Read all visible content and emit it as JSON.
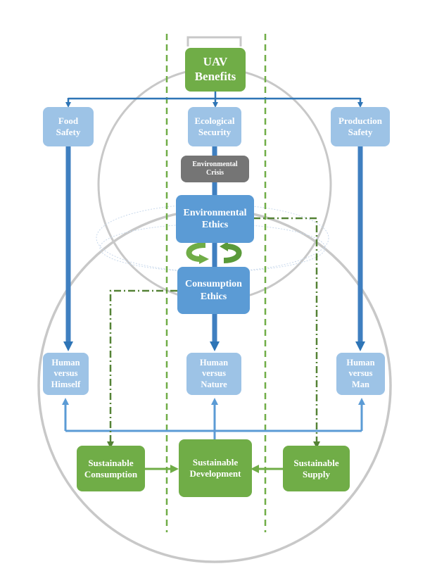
{
  "diagram": {
    "colors": {
      "green": "#70ad47",
      "dark_green": "#548235",
      "light_blue": "#9dc3e6",
      "blue": "#5b9bd5",
      "dark_blue": "#2e75b6",
      "gray": "#757575",
      "circle_gray": "#c8c8c8"
    },
    "nodes": {
      "uav_benefits": "UAV\nBenefits",
      "food_safety": "Food\nSafety",
      "ecological_security": "Ecological\nSecurity",
      "production_safety": "Production\nSafety",
      "environmental_crisis": "Environmental\nCrisis",
      "environmental_ethics": "Environmental\nEthics",
      "consumption_ethics": "Consumption\nEthics",
      "human_vs_himself": "Human\nversus\nHimself",
      "human_vs_nature": "Human\nversus\nNature",
      "human_vs_man": "Human\nversus\nMan",
      "sustainable_consumption": "Sustainable\nConsumption",
      "sustainable_development": "Sustainable\nDevelopment",
      "sustainable_supply": "Sustainable\nSupply"
    },
    "edges": [
      {
        "from": "UAV Benefits",
        "to": [
          "Food Safety",
          "Ecological Security",
          "Production Safety"
        ],
        "style": "solid-arrow"
      },
      {
        "from": "Food Safety",
        "to": "Human versus Himself",
        "style": "thick-arrow"
      },
      {
        "from": "Ecological Security",
        "to": "Human versus Nature",
        "style": "thick-arrow",
        "via": [
          "Environmental Crisis",
          "Environmental Ethics",
          "Consumption Ethics"
        ]
      },
      {
        "from": "Production Safety",
        "to": "Human versus Man",
        "style": "thick-arrow"
      },
      {
        "from": "Environmental Ethics",
        "to": "Consumption Ethics",
        "style": "cycle-arrows"
      },
      {
        "from": "Environmental Ethics",
        "to": "Sustainable Supply",
        "style": "dash-dot-arrow"
      },
      {
        "from": "Consumption Ethics",
        "to": "Sustainable Consumption",
        "style": "dash-dot-arrow"
      },
      {
        "from": "Sustainable Development",
        "to": [
          "Human versus Himself",
          "Human versus Nature",
          "Human versus Man"
        ],
        "style": "solid-arrow"
      },
      {
        "from": "Sustainable Consumption",
        "to": "Sustainable Development",
        "style": "green-arrow"
      },
      {
        "from": "Sustainable Supply",
        "to": "Sustainable Development",
        "style": "green-arrow"
      }
    ]
  }
}
